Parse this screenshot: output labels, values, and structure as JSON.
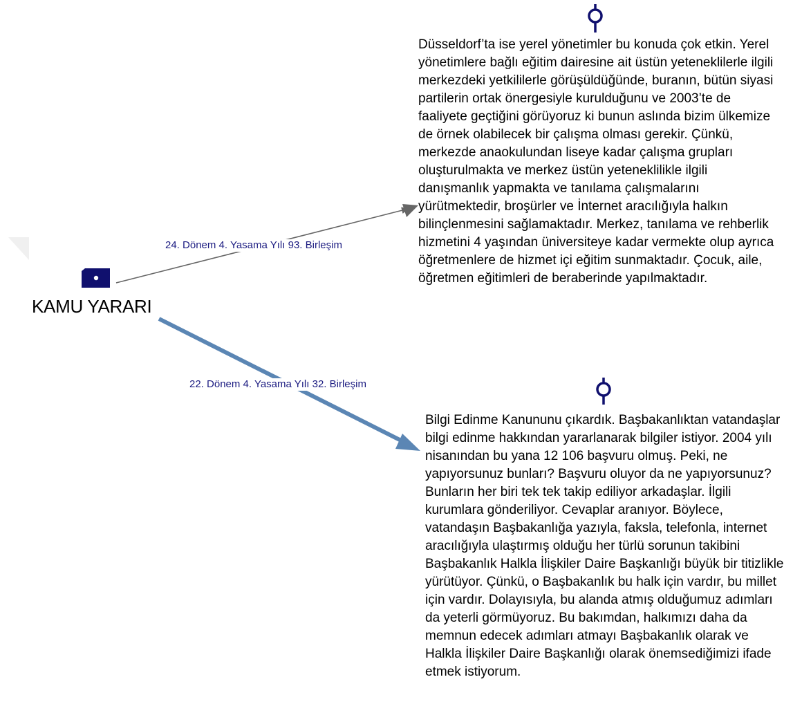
{
  "diagram": {
    "source_node": {
      "label": "KAMU YARARI",
      "icon": "tag-icon",
      "icon_color": "#10106e"
    },
    "edges": [
      {
        "label": "24. Dönem 4. Yasama Yılı 93. Birleşim",
        "label_color": "#1a1a80",
        "line_color": "#666666"
      },
      {
        "label": "22. Dönem 4. Yasama Yılı 32. Birleşim",
        "label_color": "#1a1a80",
        "line_color": "#5b86b4"
      }
    ],
    "quotes": [
      {
        "icon": "quote-node-icon",
        "icon_color": "#10106e",
        "text": "Düsseldorf’ta ise yerel yönetimler bu konuda çok etkin. Yerel yönetimlere bağlı eğitim dairesine ait üstün yeteneklilerle ilgili merkezdeki yetkililerle görüşüldüğünde, buranın, bütün siyasi partilerin ortak önergesiyle kurulduğunu ve 2003’te de faaliyete geçtiğini görüyoruz ki bunun aslında bizim ülkemize de örnek olabilecek bir çalışma olması gerekir. Çünkü, merkezde anaokulundan liseye kadar çalışma grupları oluşturulmakta ve merkez üstün yeteneklilikle ilgili danışmanlık yapmakta ve tanılama çalışmalarını yürütmektedir, broşürler ve İnternet aracılığıyla halkın bilinçlenmesini sağlamaktadır. Merkez, tanılama ve rehberlik hizmetini 4 yaşından üniversiteye kadar vermekte olup ayrıca öğretmenlere de hizmet içi eğitim sunmaktadır. Çocuk, aile, öğretmen eğitimleri de beraberinde yapılmaktadır."
      },
      {
        "icon": "quote-node-icon",
        "icon_color": "#10106e",
        "text": "Bilgi Edinme Kanununu çıkardık. Başbakanlıktan vatandaşlar bilgi edinme hakkından yararlanarak bilgiler istiyor. 2004 yılı nisanından bu yana 12 106 başvuru olmuş. Peki, ne yapıyorsunuz bunları? Başvuru oluyor da ne yapıyorsunuz? Bunların her biri tek tek takip ediliyor arkadaşlar. İlgili kurumlara gönderiliyor. Cevaplar aranıyor. Böylece, vatandaşın Başbakanlığa yazıyla, faksla, telefonla, internet aracılığıyla ulaştırmış olduğu her türlü sorunun takibini Başbakanlık Halkla İlişkiler Daire Başkanlığı büyük bir titizlikle yürütüyor. Çünkü, o Başbakanlık bu halk için vardır, bu millet için vardır. Dolayısıyla, bu alanda atmış olduğumuz adımları da yeterli görmüyoruz. Bu bakımdan, halkımızı daha da memnun edecek adımları atmayı Başbakanlık olarak ve Halkla İlişkiler Daire Başkanlığı olarak önemsediğimizi ifade etmek istiyorum."
      }
    ]
  }
}
